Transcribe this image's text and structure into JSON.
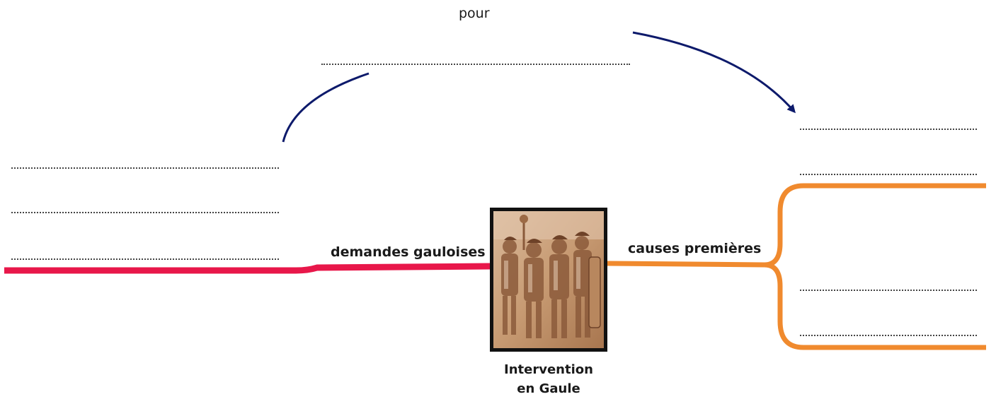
{
  "central_node": {
    "title_line1": "Intervention",
    "title_line2": "en Gaule",
    "image": "roman-soldiers-relief"
  },
  "branches": {
    "left": {
      "label": "demandes gauloises",
      "color": "#e8174a"
    },
    "right": {
      "label": "causes premières",
      "color": "#f08a2e"
    }
  },
  "arc": {
    "label": "pour",
    "color": "#0d1a6b"
  }
}
